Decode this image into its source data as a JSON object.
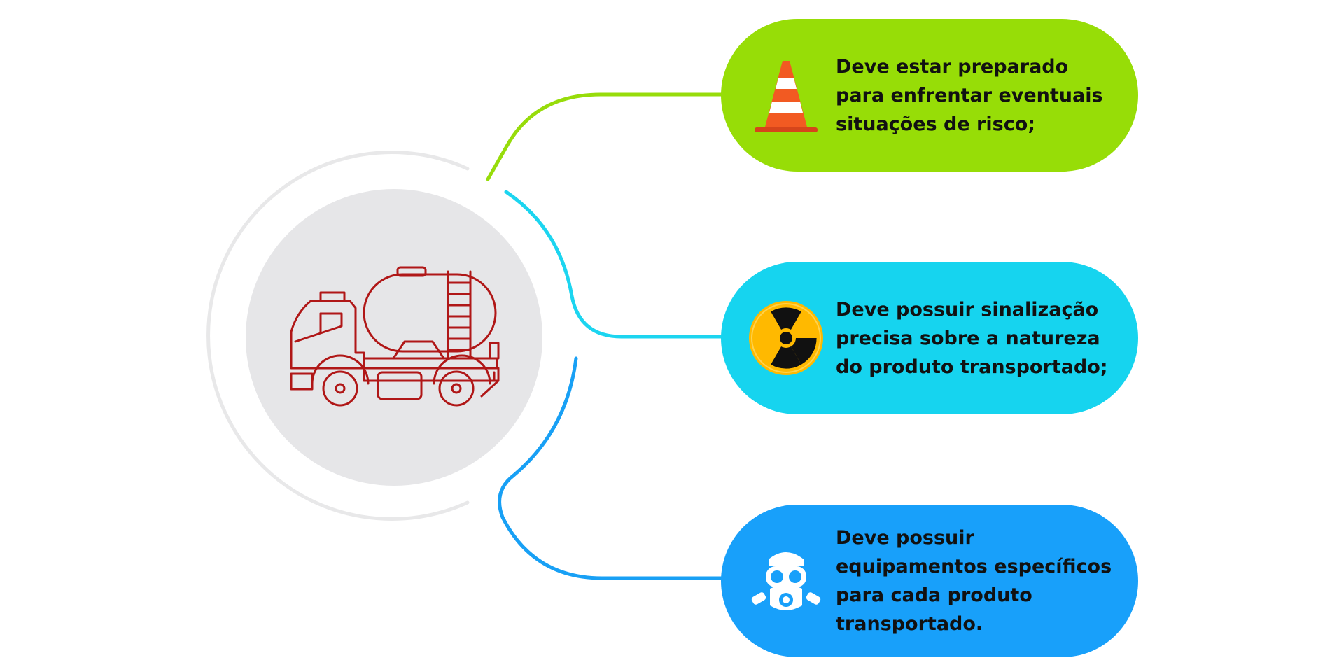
{
  "colors": {
    "background": "#ffffff",
    "ring": "#e8e8e9",
    "hub": "#e6e6e8",
    "truck_stroke": "#b01717",
    "connector_green": "#97dc0a",
    "connector_cyan": "#1cd5f0",
    "connector_blue": "#18a0f5"
  },
  "center": {
    "icon": "tanker-truck-icon"
  },
  "items": [
    {
      "text": "Deve estar preparado para enfrentar eventuais situações de risco;",
      "icon": "traffic-cone-icon",
      "color": "#97dd07"
    },
    {
      "text": "Deve possuir sinalização precisa sobre a natureza do produto transportado;",
      "icon": "radiation-hazard-icon",
      "color": "#16d4ef"
    },
    {
      "text": "Deve possuir equipamentos específicos para cada produto transportado.",
      "icon": "gas-mask-icon",
      "color": "#18a0fa"
    }
  ]
}
